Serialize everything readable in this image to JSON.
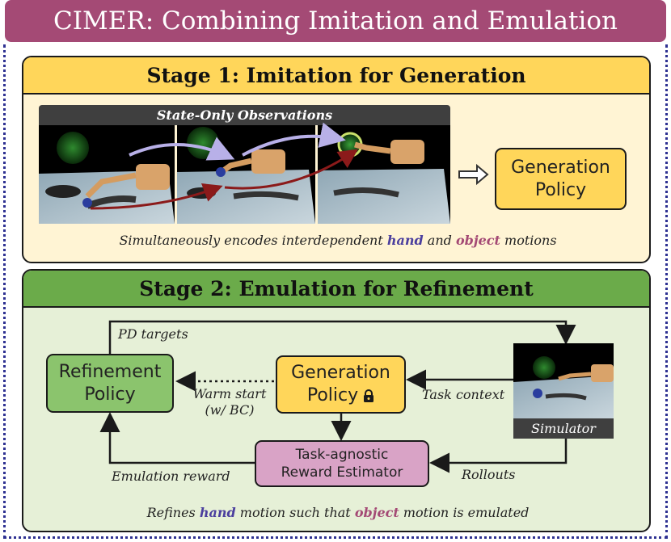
{
  "title": "CIMER: Combining Imitation and Emulation",
  "stage1": {
    "header": "Stage 1: Imitation for Generation",
    "observations_label": "State-Only Observations",
    "policy_line1": "Generation",
    "policy_line2": "Policy",
    "caption_prefix": "Simultaneously encodes interdependent ",
    "caption_hand": "hand",
    "caption_mid": " and ",
    "caption_object": "object",
    "caption_suffix": " motions"
  },
  "stage2": {
    "header": "Stage 2: Emulation for Refinement",
    "refinement_line1": "Refinement",
    "refinement_line2": "Policy",
    "generation_line1": "Generation",
    "generation_line2": "Policy",
    "reward_line1": "Task-agnostic",
    "reward_line2": "Reward Estimator",
    "simulator_label": "Simulator",
    "pd_targets": "PD targets",
    "warm_start_line1": "Warm start",
    "warm_start_line2": "(w/ BC)",
    "task_context": "Task context",
    "emulation_reward": "Emulation reward",
    "rollouts": "Rollouts",
    "caption_prefix": "Refines ",
    "caption_hand": "hand",
    "caption_mid": " motion such that ",
    "caption_object": "object",
    "caption_suffix": " motion is emulated"
  },
  "icons": [
    "lock-icon",
    "hollow-arrow-icon"
  ],
  "colors": {
    "title": "#a44a75",
    "stage1_header": "#ffd65a",
    "stage1_bg": "#fff4d4",
    "stage2_header": "#6bab4a",
    "stage2_bg": "#e6f0d7",
    "refinement": "#8bc46d",
    "reward": "#d9a3c6",
    "hand": "#4b3f9e",
    "object": "#a44a75",
    "hand_arrow": "#b8b0e8",
    "object_arrow": "#8b1a1a"
  }
}
